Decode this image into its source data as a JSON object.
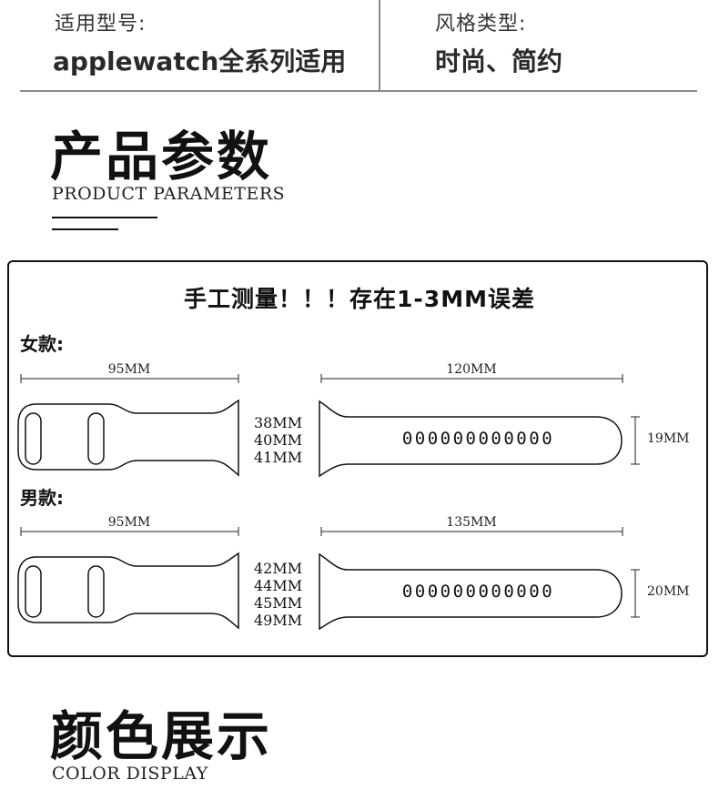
{
  "spec": {
    "model_label": "适用型号:",
    "model_value": "applewatch全系列适用",
    "style_label": "风格类型:",
    "style_value": "时尚、简约"
  },
  "params_section": {
    "title": "产品参数",
    "subtitle": "PRODUCT PARAMETERS"
  },
  "measure": {
    "title": "手工测量！！！存在1-3MM误差",
    "women": {
      "label": "女款:",
      "buckle_length": "95MM",
      "strap_length": "120MM",
      "sizes": [
        "38MM",
        "40MM",
        "41MM"
      ],
      "holes": "000000000000",
      "width": "19MM"
    },
    "men": {
      "label": "男款:",
      "buckle_length": "95MM",
      "strap_length": "135MM",
      "sizes": [
        "42MM",
        "44MM",
        "45MM",
        "49MM"
      ],
      "holes": "000000000000",
      "width": "20MM"
    }
  },
  "color_section": {
    "title": "颜色展示",
    "subtitle": "COLOR DISPLAY"
  }
}
